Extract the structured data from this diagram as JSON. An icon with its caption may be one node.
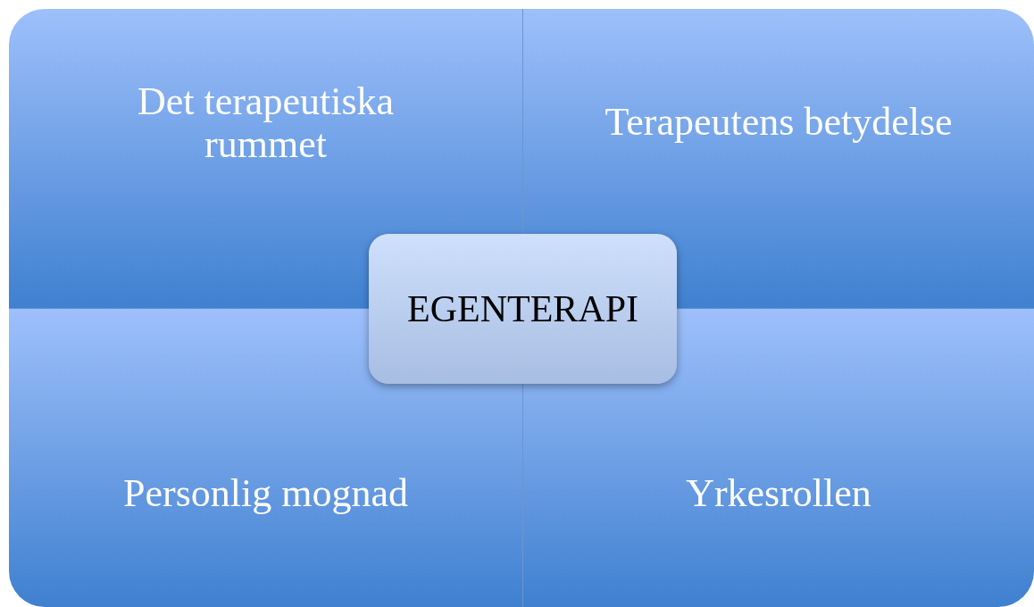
{
  "diagram": {
    "nodes": [
      {
        "text": [
          "Det terapeutiska rummet"
        ]
      },
      {
        "text": [
          "Terapeutens betydelse"
        ]
      },
      {
        "text": [
          "EGENTERAPI"
        ]
      },
      {
        "text": [
          "Personlig mognad"
        ]
      },
      {
        "text": [
          "Yrkesrollen"
        ]
      }
    ]
  }
}
